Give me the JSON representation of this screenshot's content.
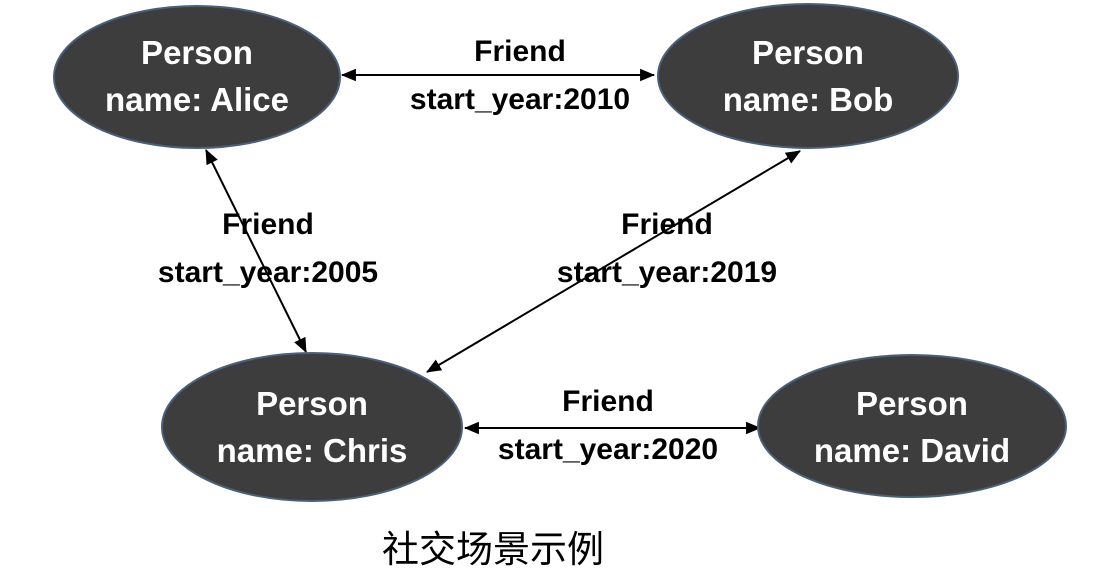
{
  "diagram": {
    "caption": "社交场景示例",
    "colors": {
      "node_fill": "#3d3d3d",
      "node_border": "#4a5f7a",
      "node_text": "#ffffff",
      "edge_color": "#000000"
    },
    "nodes": [
      {
        "id": "alice",
        "type_label": "Person",
        "property_label": "name: Alice"
      },
      {
        "id": "bob",
        "type_label": "Person",
        "property_label": "name: Bob"
      },
      {
        "id": "chris",
        "type_label": "Person",
        "property_label": "name: Chris"
      },
      {
        "id": "david",
        "type_label": "Person",
        "property_label": "name: David"
      }
    ],
    "edges": [
      {
        "from": "alice",
        "to": "bob",
        "label": "Friend",
        "property": "start_year:2010",
        "direction": "bidirectional"
      },
      {
        "from": "alice",
        "to": "chris",
        "label": "Friend",
        "property": "start_year:2005",
        "direction": "bidirectional"
      },
      {
        "from": "bob",
        "to": "chris",
        "label": "Friend",
        "property": "start_year:2019",
        "direction": "bidirectional"
      },
      {
        "from": "chris",
        "to": "david",
        "label": "Friend",
        "property": "start_year:2020",
        "direction": "bidirectional"
      }
    ]
  }
}
